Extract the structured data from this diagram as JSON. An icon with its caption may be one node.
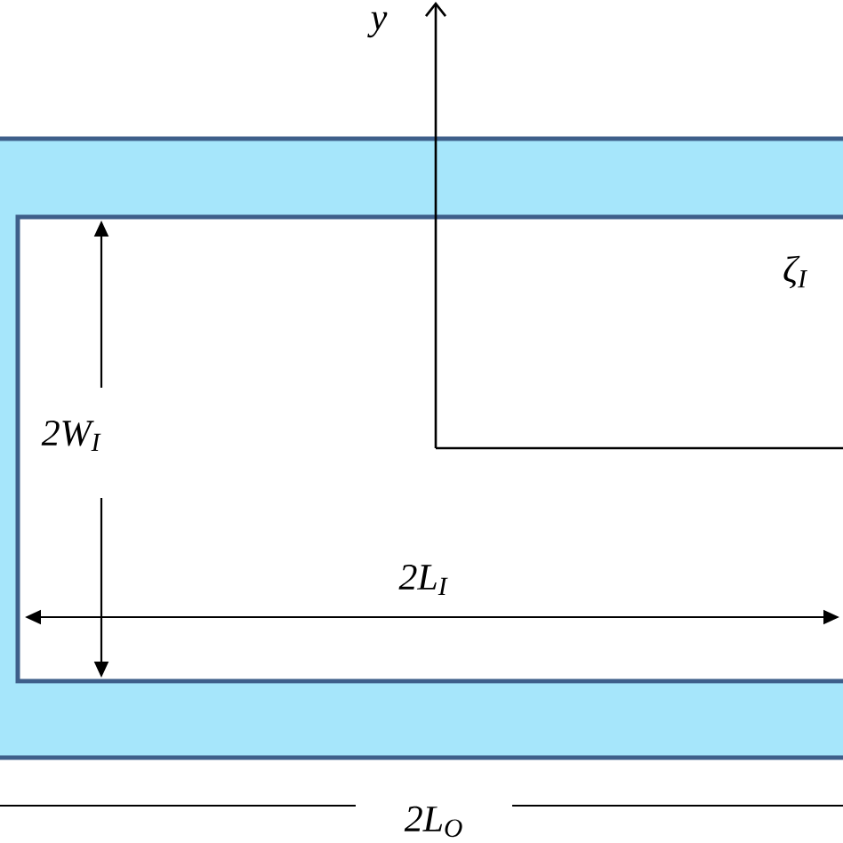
{
  "diagram": {
    "labels": [
      "y",
      "ζ$_{I}$",
      "2W$_{I}$",
      "2L$_{I}$",
      "2L$_{O}$"
    ]
  }
}
